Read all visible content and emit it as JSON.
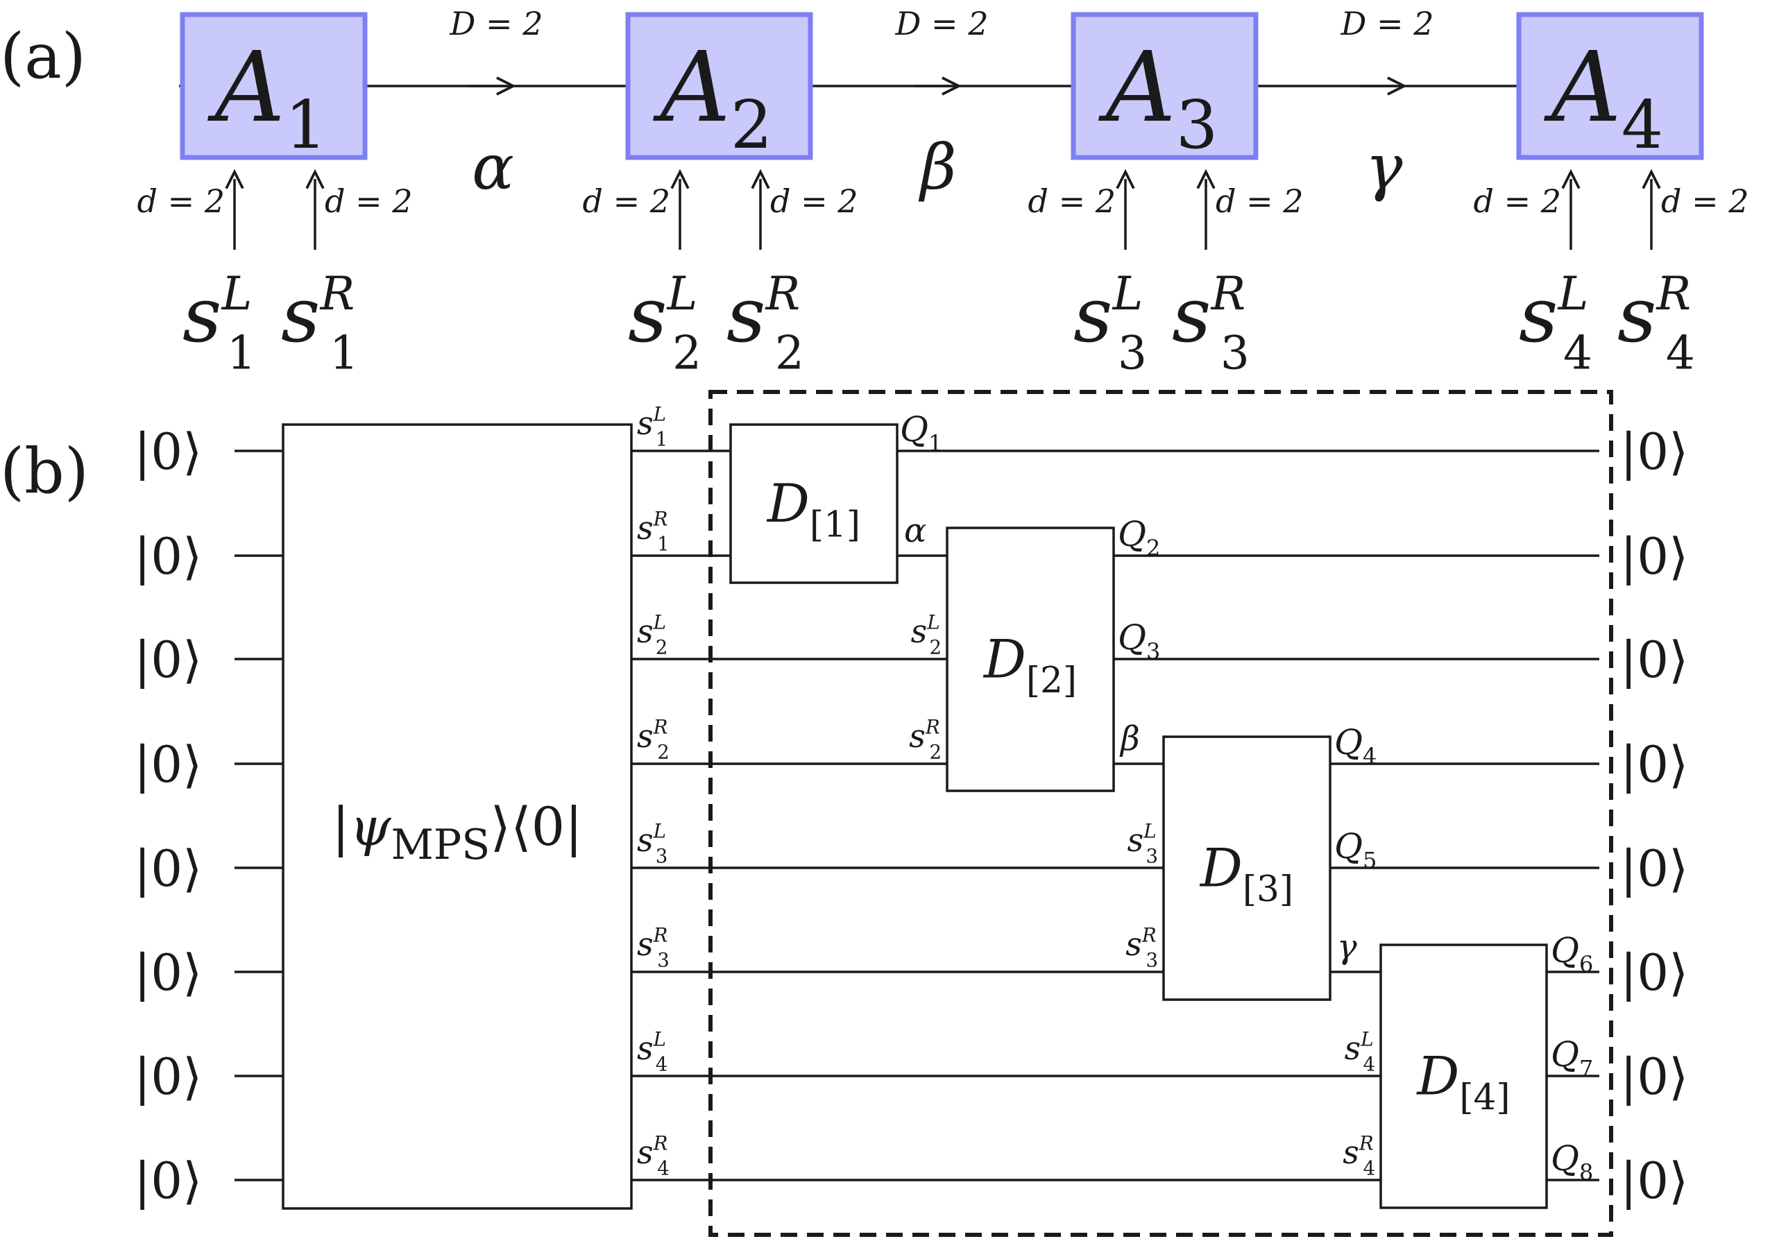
{
  "panel_a": {
    "label": "(a)",
    "tensors": [
      {
        "name": "A",
        "index": "1",
        "phys_left": "1",
        "phys_right": "1"
      },
      {
        "name": "A",
        "index": "2",
        "phys_left": "2",
        "phys_right": "2"
      },
      {
        "name": "A",
        "index": "3",
        "phys_left": "3",
        "phys_right": "3"
      },
      {
        "name": "A",
        "index": "4",
        "phys_left": "4",
        "phys_right": "4"
      }
    ],
    "bond_dim_label": "D = 2",
    "phys_dim_label": "d = 2",
    "bond_labels": [
      "α",
      "β",
      "γ"
    ],
    "phys_symbol": "s",
    "phys_sup_left": "L",
    "phys_sup_right": "R"
  },
  "panel_b": {
    "label": "(b)",
    "input_ket": "|0⟩",
    "output_ket": "|0⟩",
    "mps_box": {
      "psi": "|ψ",
      "sub": "MPS",
      "tail": "⟩⟨0|"
    },
    "wire_labels": [
      {
        "sym": "s",
        "sup": "L",
        "sub": "1"
      },
      {
        "sym": "s",
        "sup": "R",
        "sub": "1"
      },
      {
        "sym": "s",
        "sup": "L",
        "sub": "2"
      },
      {
        "sym": "s",
        "sup": "R",
        "sub": "2"
      },
      {
        "sym": "s",
        "sup": "L",
        "sub": "3"
      },
      {
        "sym": "s",
        "sup": "R",
        "sub": "3"
      },
      {
        "sym": "s",
        "sup": "L",
        "sub": "4"
      },
      {
        "sym": "s",
        "sup": "R",
        "sub": "4"
      }
    ],
    "gates": [
      {
        "name": "D",
        "sub": "[1]"
      },
      {
        "name": "D",
        "sub": "[2]"
      },
      {
        "name": "D",
        "sub": "[3]"
      },
      {
        "name": "D",
        "sub": "[4]"
      }
    ],
    "ancilla_labels": [
      "α",
      "β",
      "γ"
    ],
    "output_labels": [
      {
        "sym": "Q",
        "sub": "1"
      },
      {
        "sym": "Q",
        "sub": "2"
      },
      {
        "sym": "Q",
        "sub": "3"
      },
      {
        "sym": "Q",
        "sub": "4"
      },
      {
        "sym": "Q",
        "sub": "5"
      },
      {
        "sym": "Q",
        "sub": "6"
      },
      {
        "sym": "Q",
        "sub": "7"
      },
      {
        "sym": "Q",
        "sub": "8"
      }
    ]
  }
}
